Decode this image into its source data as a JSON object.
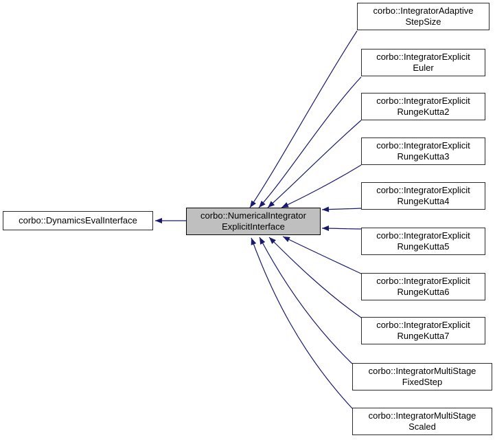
{
  "colors": {
    "edge": "#191970",
    "node_border": "#2b2b2b",
    "node_fill": "#ffffff",
    "center_fill": "#bfbfbf",
    "text": "#000000"
  },
  "base_node": {
    "label": "corbo::DynamicsEvalInterface"
  },
  "center_node": {
    "line1": "corbo::NumericalIntegrator",
    "line2": "ExplicitInterface"
  },
  "derived_nodes": [
    {
      "line1": "corbo::IntegratorAdaptive",
      "line2": "StepSize"
    },
    {
      "line1": "corbo::IntegratorExplicit",
      "line2": "Euler"
    },
    {
      "line1": "corbo::IntegratorExplicit",
      "line2": "RungeKutta2"
    },
    {
      "line1": "corbo::IntegratorExplicit",
      "line2": "RungeKutta3"
    },
    {
      "line1": "corbo::IntegratorExplicit",
      "line2": "RungeKutta4"
    },
    {
      "line1": "corbo::IntegratorExplicit",
      "line2": "RungeKutta5"
    },
    {
      "line1": "corbo::IntegratorExplicit",
      "line2": "RungeKutta6"
    },
    {
      "line1": "corbo::IntegratorExplicit",
      "line2": "RungeKutta7"
    },
    {
      "line1": "corbo::IntegratorMultiStage",
      "line2": "FixedStep"
    },
    {
      "line1": "corbo::IntegratorMultiStage",
      "line2": "Scaled"
    }
  ]
}
